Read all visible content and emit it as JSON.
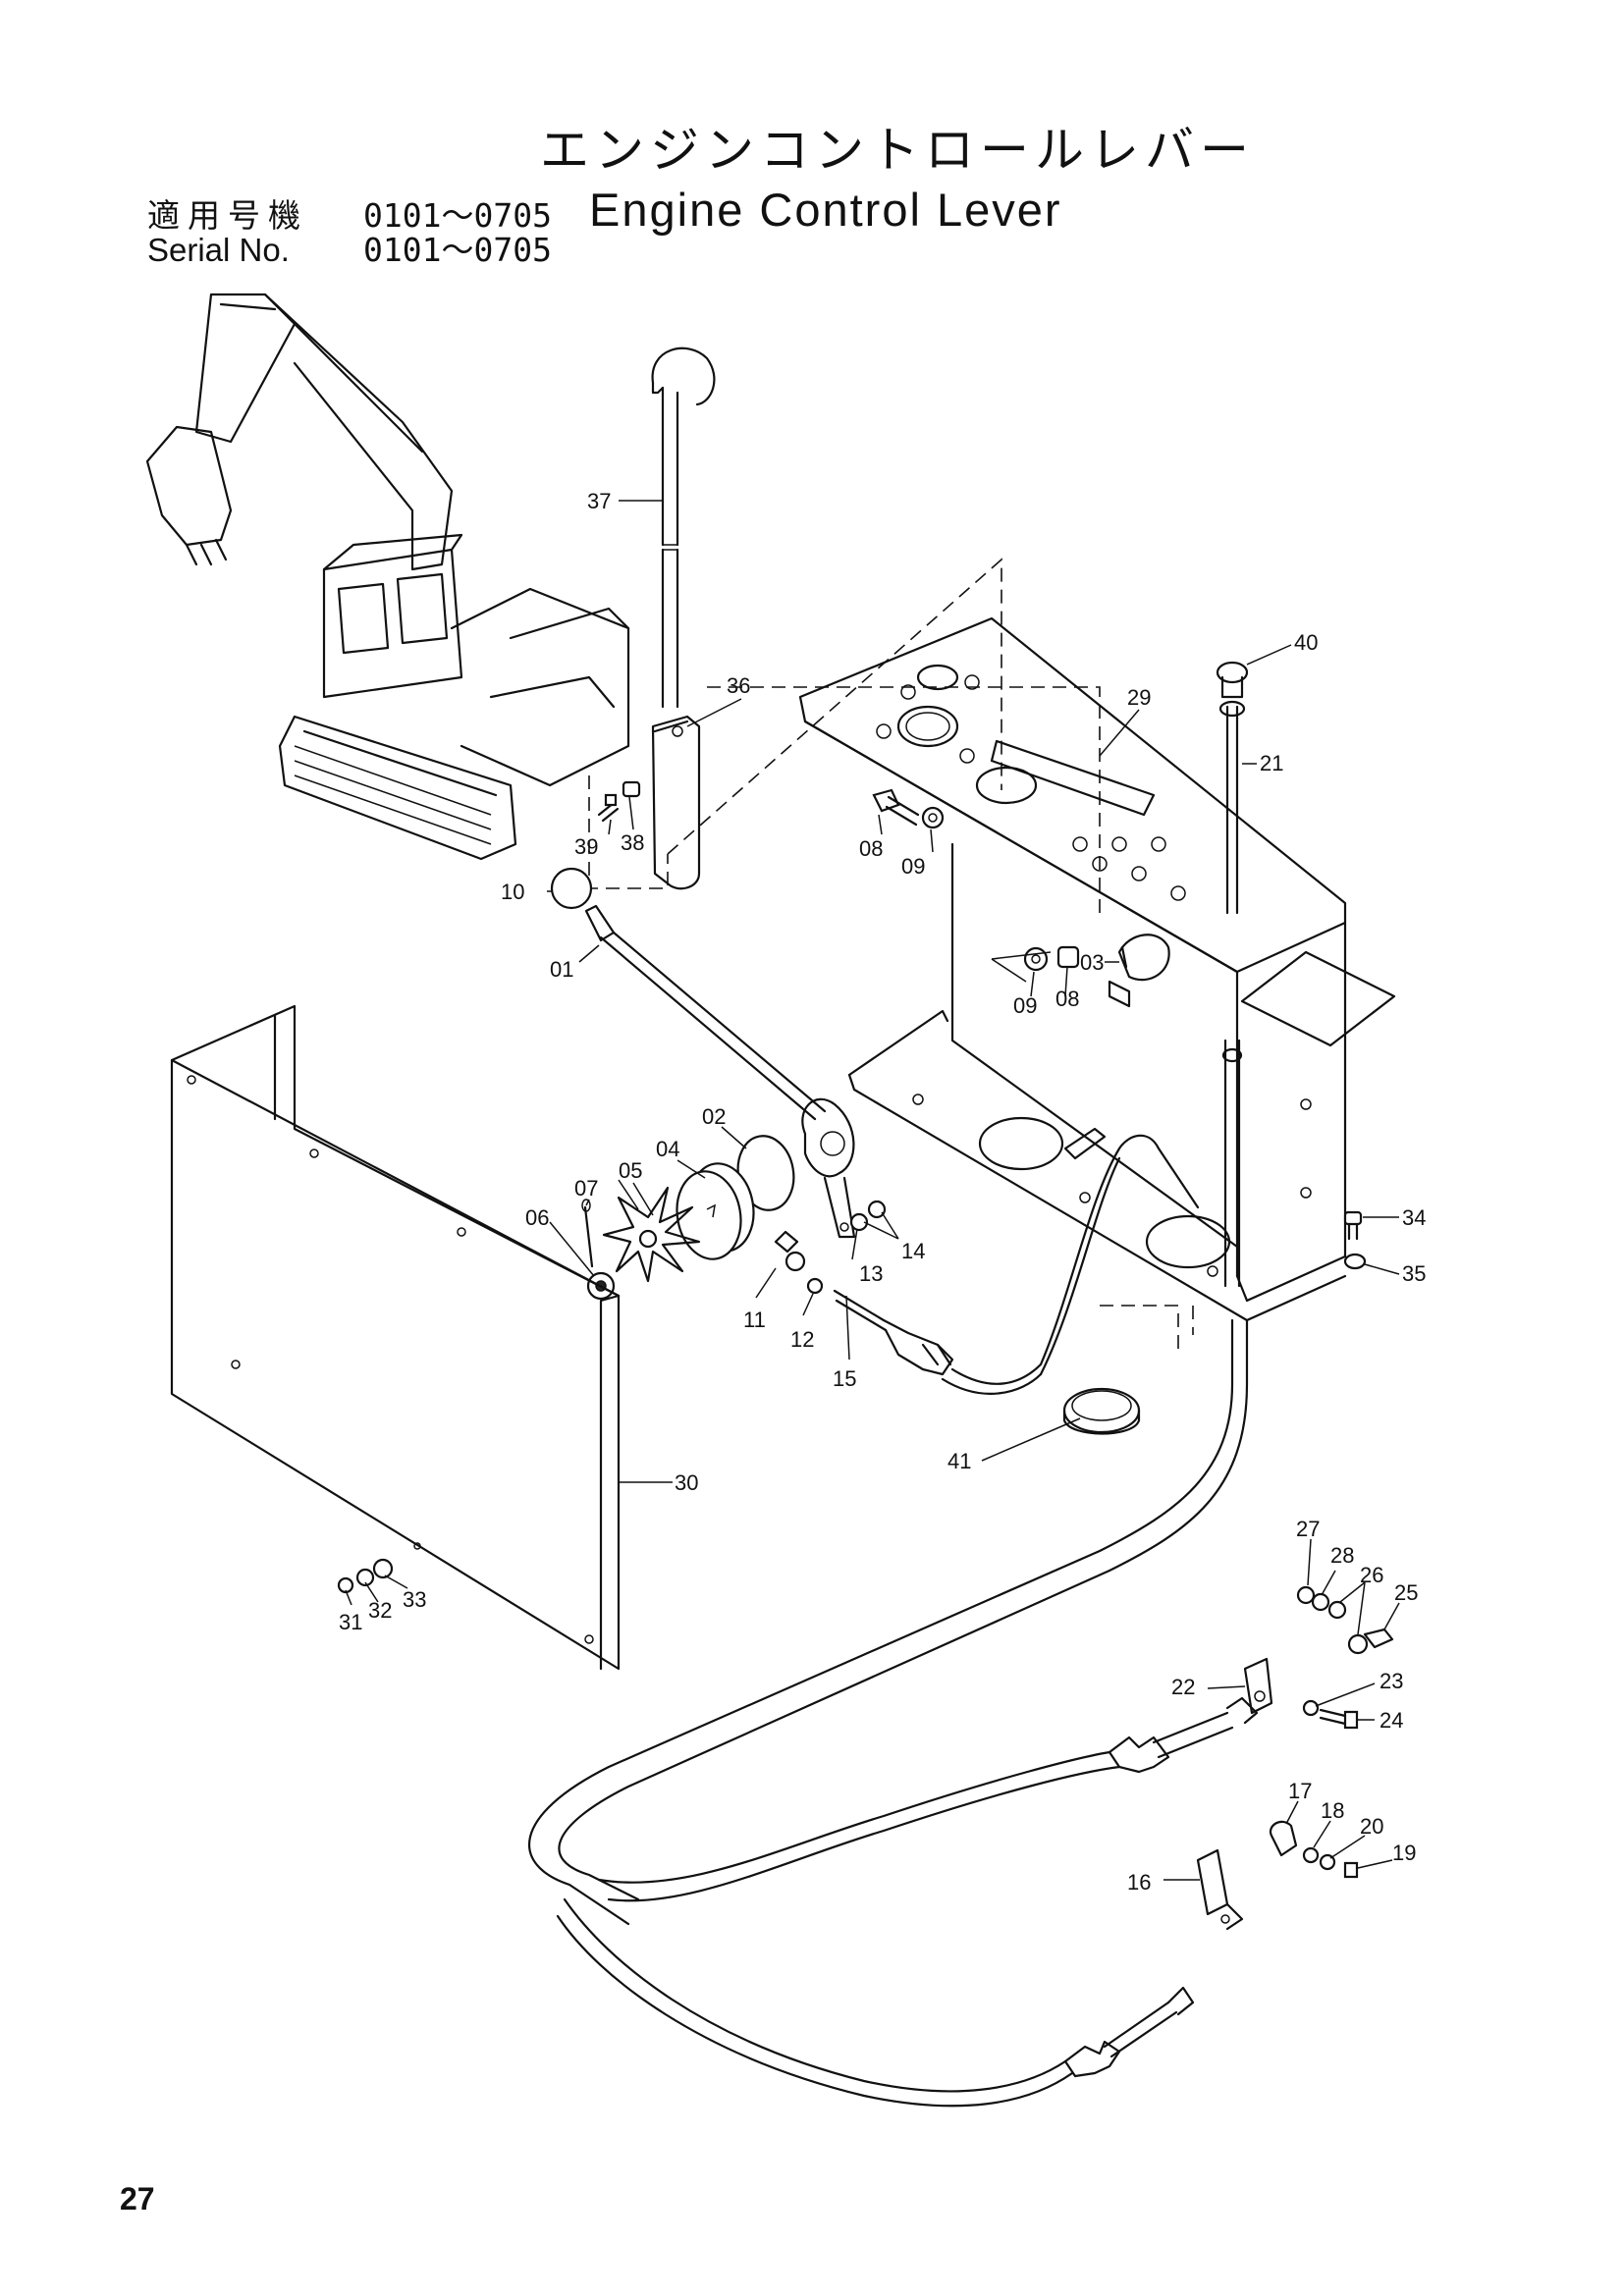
{
  "header": {
    "title_jp": "エンジンコントロールレバー",
    "applicable_label": "適用号機",
    "applicable_range": "0101～0705",
    "title_en": "Engine Control Lever",
    "serial_label": "Serial No.",
    "serial_range": "0101～0705"
  },
  "diagram": {
    "part_numbers": [
      "01",
      "02",
      "03",
      "04",
      "05",
      "06",
      "07",
      "08",
      "08",
      "09",
      "09",
      "10",
      "11",
      "12",
      "13",
      "14",
      "15",
      "16",
      "17",
      "18",
      "19",
      "20",
      "21",
      "22",
      "23",
      "24",
      "25",
      "26",
      "27",
      "28",
      "29",
      "30",
      "31",
      "32",
      "33",
      "34",
      "35",
      "36",
      "37",
      "38",
      "39",
      "40",
      "41"
    ]
  },
  "footer": {
    "page_number": "27"
  }
}
